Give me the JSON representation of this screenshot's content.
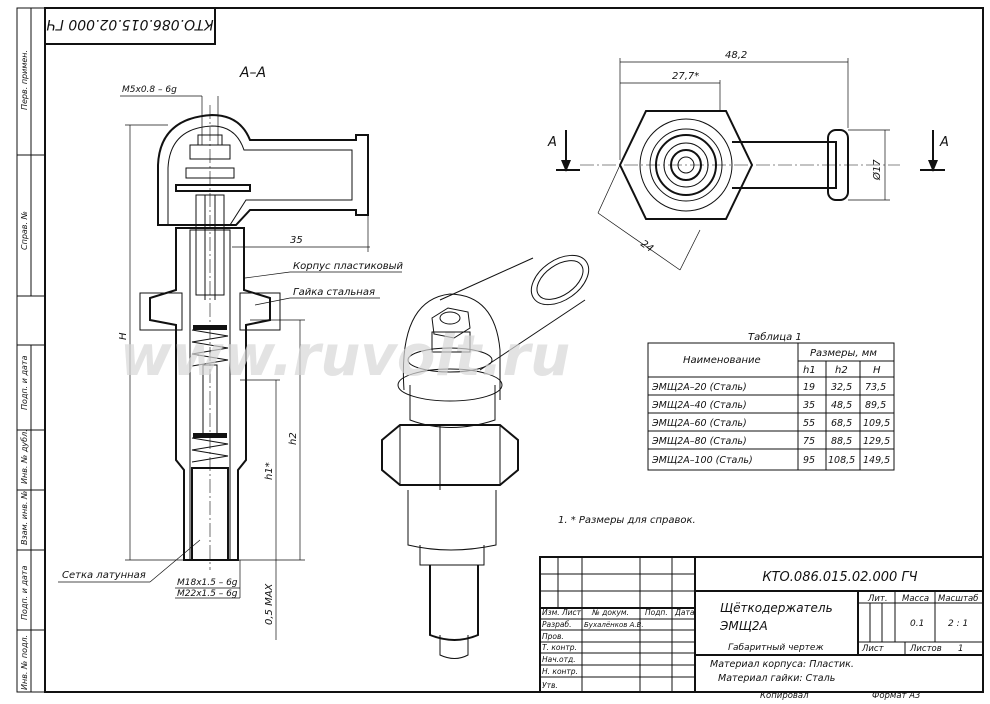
{
  "frame": {
    "rotated_code": "КТО.086.015.02.000 ГЧ",
    "side_labels": [
      "Перв. примен.",
      "Справ. №",
      "Подп. и дата",
      "Инв. № дубл.",
      "Взам. инв. №",
      "Подп. и дата",
      "Инв. № подл."
    ]
  },
  "section_view": {
    "title": "А–А",
    "thread_top": "М5х0.8 – 6g",
    "dim_35": "35",
    "dim_H": "H",
    "dim_h2": "h2",
    "dim_h1": "h1*",
    "dim_05": "0,5 MAX",
    "label_body": "Корпус пластиковый",
    "label_nut": "Гайка стальная",
    "label_mesh": "Сетка латунная",
    "thread_m18": "М18х1.5 – 6g",
    "thread_m22": "М22х1.5 – 6g"
  },
  "top_view": {
    "dim_482": "48,2",
    "dim_277": "27,7*",
    "dim_24": "24",
    "dim_17": "Ø17",
    "arrow_left": "А",
    "arrow_right": "А"
  },
  "watermark": "www.ruvolt.ru",
  "table": {
    "caption": "Таблица 1",
    "col_name": "Наименование",
    "col_group": "Размеры, мм",
    "cols": [
      "h1",
      "h2",
      "H"
    ],
    "rows": [
      {
        "name": "ЭМЩ2А–20 (Сталь)",
        "h1": "19",
        "h2": "32,5",
        "H": "73,5"
      },
      {
        "name": "ЭМЩ2А–40 (Сталь)",
        "h1": "35",
        "h2": "48,5",
        "H": "89,5"
      },
      {
        "name": "ЭМЩ2А–60 (Сталь)",
        "h1": "55",
        "h2": "68,5",
        "H": "109,5"
      },
      {
        "name": "ЭМЩ2А–80 (Сталь)",
        "h1": "75",
        "h2": "88,5",
        "H": "129,5"
      },
      {
        "name": "ЭМЩ2А–100 (Сталь)",
        "h1": "95",
        "h2": "108,5",
        "H": "149,5"
      }
    ]
  },
  "note": "1.    * Размеры для справок.",
  "title_block": {
    "code": "КТО.086.015.02.000 ГЧ",
    "name_line1": "Щёткодержатель",
    "name_line2": "ЭМЩ2А",
    "doc_type": "Габаритный чертеж",
    "material1": "Материал корпуса: Пластик.",
    "material2": "Материал гайки: Сталь",
    "head_izm": "Изм.",
    "head_list": "Лист",
    "head_doc": "№ докум.",
    "head_podp": "Подп.",
    "head_data": "Дата",
    "rows": [
      "Разраб.",
      "Пров.",
      "Т. контр.",
      "Нач.отд.",
      "Н. контр.",
      "Утв."
    ],
    "developer": "Бухалёнков А.В.",
    "lit": "Лит.",
    "mass_label": "Масса",
    "scale_label": "Масштаб",
    "mass": "0.1",
    "scale": "2 : 1",
    "sheet_label": "Лист",
    "sheets_label": "Листов",
    "sheets": "1",
    "copied": "Копировал",
    "format": "Формат А3"
  }
}
